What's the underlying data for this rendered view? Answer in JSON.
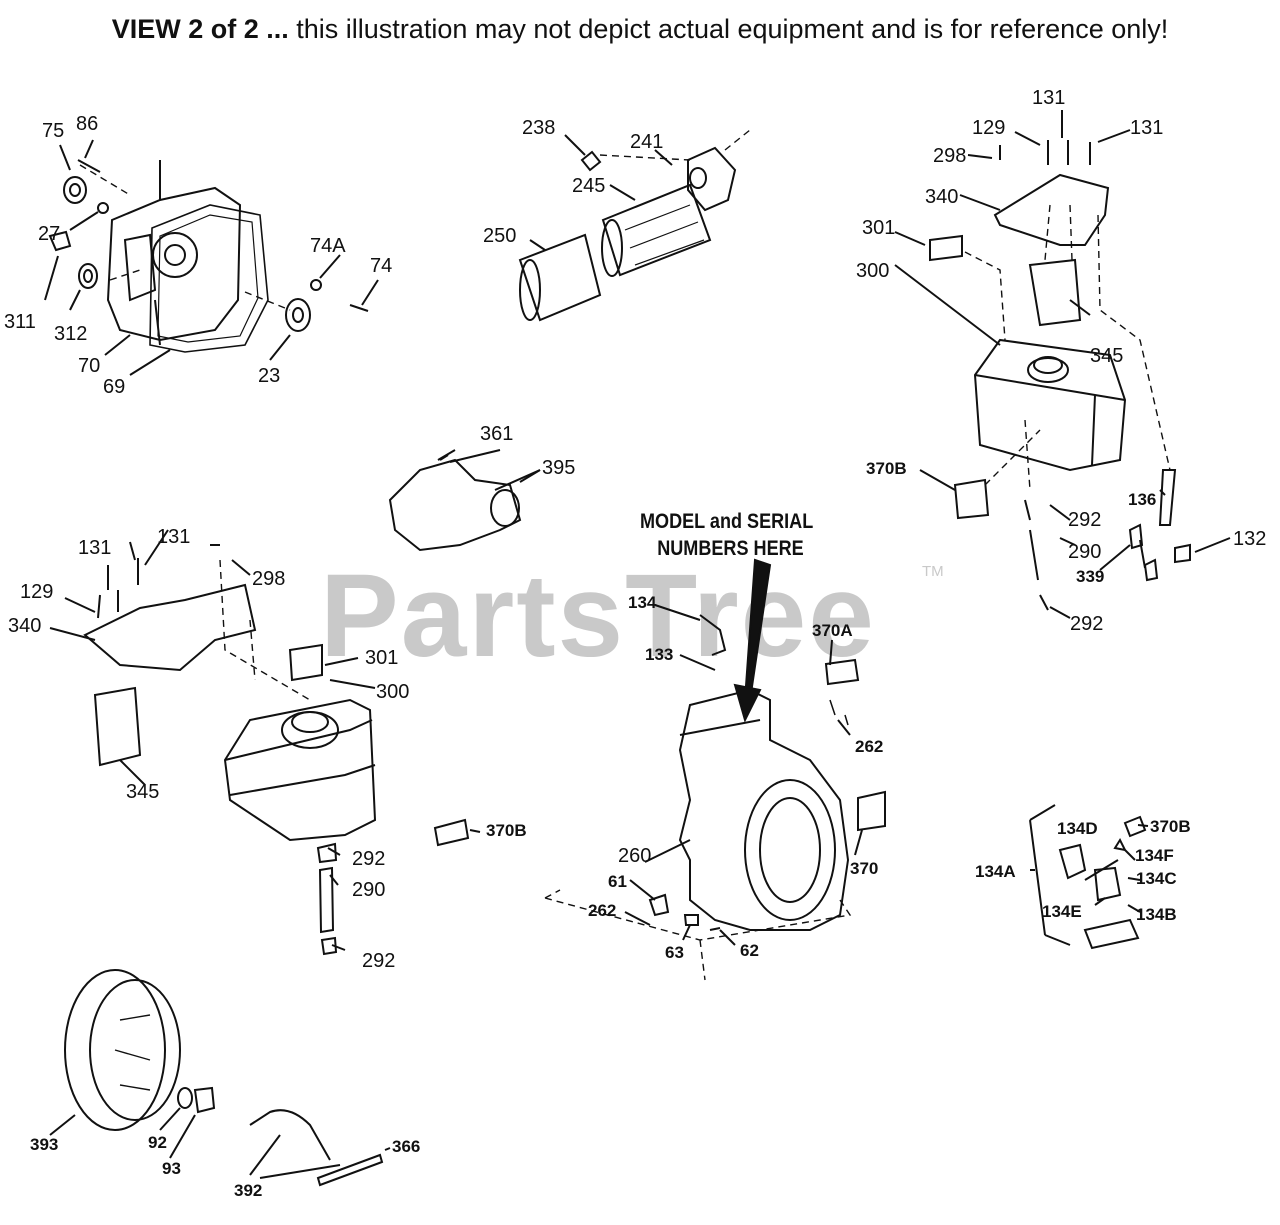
{
  "header": {
    "bold": "VIEW 2 of 2 ...",
    "text": " this illustration may not depict actual equipment and is for reference only!"
  },
  "watermark": {
    "text": "PartsTree",
    "tm": "TM"
  },
  "note": {
    "line1": "MODEL and SERIAL",
    "line2": "NUMBERS HERE"
  },
  "callouts": {
    "c75": "75",
    "c86": "86",
    "c27": "27",
    "c311": "311",
    "c312": "312",
    "c70": "70",
    "c69": "69",
    "c74a": "74A",
    "c74": "74",
    "c23": "23",
    "c238": "238",
    "c241": "241",
    "c245": "245",
    "c250": "250",
    "c131a": "131",
    "c129a": "129",
    "c131b": "131",
    "c298a": "298",
    "c340a": "340",
    "c301a": "301",
    "c300a": "300",
    "c345a": "345",
    "c370b1": "370B",
    "c136": "136",
    "c292a": "292",
    "c290a": "290",
    "c132": "132",
    "c339": "339",
    "c292b": "292",
    "c361": "361",
    "c395": "395",
    "c131c": "131",
    "c131d": "131",
    "c129b": "129",
    "c298b": "298",
    "c340b": "340",
    "c301b": "301",
    "c300b": "300",
    "c345b": "345",
    "c370b2": "370B",
    "c292c": "292",
    "c290b": "290",
    "c292d": "292",
    "c134": "134",
    "c133": "133",
    "c370a": "370A",
    "c262a": "262",
    "c260": "260",
    "c370": "370",
    "c61": "61",
    "c262b": "262",
    "c63": "63",
    "c62": "62",
    "c134a": "134A",
    "c134d": "134D",
    "c370b3": "370B",
    "c134f": "134F",
    "c134c": "134C",
    "c134e": "134E",
    "c134b": "134B",
    "c393": "393",
    "c92": "92",
    "c93": "93",
    "c392": "392",
    "c366": "366"
  }
}
